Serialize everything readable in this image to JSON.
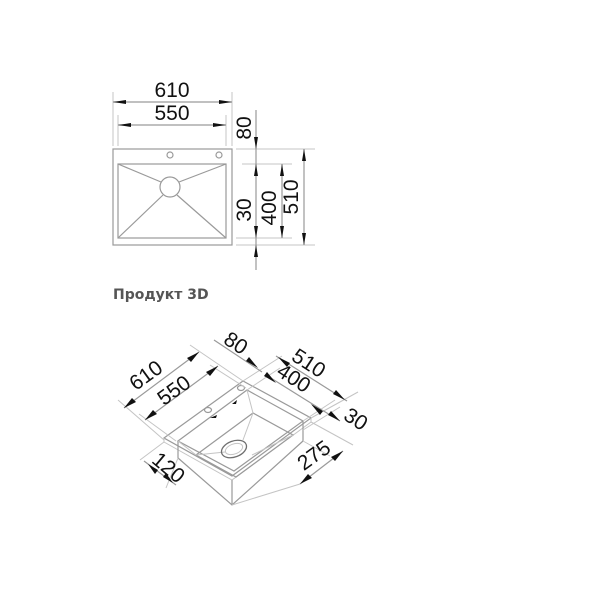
{
  "plan_view": {
    "dims": {
      "overall_width": "610",
      "bowl_width": "550",
      "top_margin": "80",
      "bottom_margin": "30",
      "bowl_depth": "400",
      "overall_depth": "510"
    }
  },
  "section": {
    "title": "Продукт 3D"
  },
  "iso_view": {
    "dims": {
      "overall_width": "610",
      "bowl_width": "550",
      "top_margin": "80",
      "overall_depth": "510",
      "bowl_depth": "400",
      "bottom_margin": "30",
      "drain_offset": "120",
      "bowl_height": "275"
    }
  },
  "colors": {
    "line": "#9a9a9a",
    "text": "#111111",
    "title": "#555555",
    "background": "#ffffff"
  }
}
